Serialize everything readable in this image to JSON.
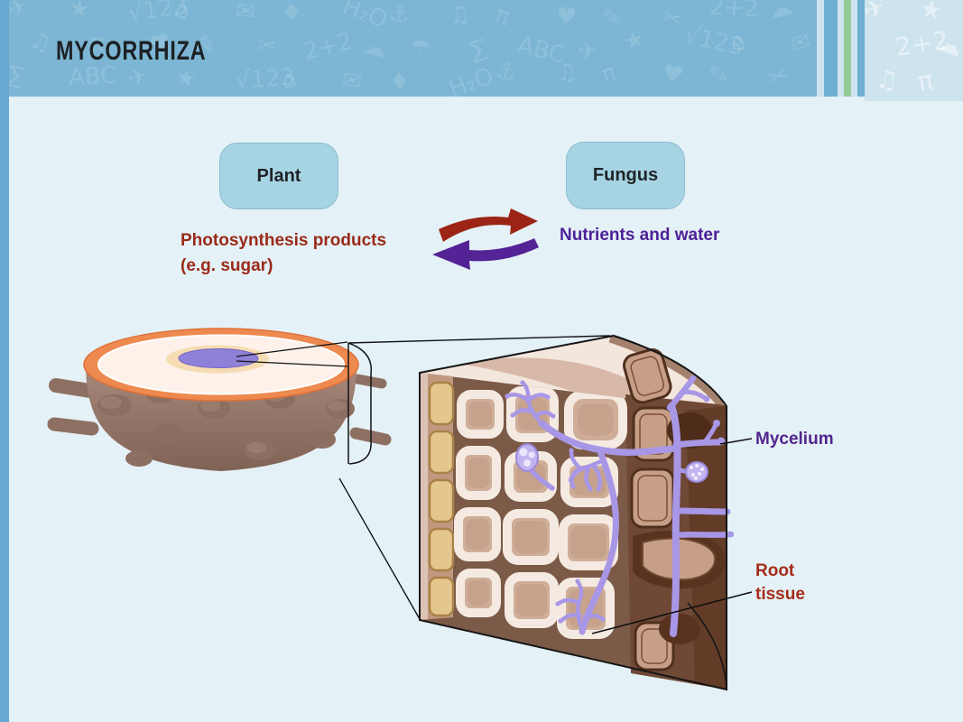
{
  "page": {
    "title": "MYCORRHIZA"
  },
  "exchange": {
    "plant_label": "Plant",
    "fungus_label": "Fungus",
    "plant_to_fungus": "Photosynthesis products",
    "plant_to_fungus_note": "(e.g. sugar)",
    "fungus_to_plant": "Nutrients and water"
  },
  "illustration": {
    "mycelium_label": "Mycelium",
    "root_tissue_label": "Root tissue"
  },
  "decor": {
    "pattern_glyphs": [
      "✈",
      "✎",
      "✉",
      "☂",
      "♫",
      "★",
      "✂",
      "♦",
      "∑",
      "π",
      "√123",
      "2+2",
      "H₂O",
      "ABC",
      "♥",
      "⌂",
      "☁",
      "⚓"
    ]
  },
  "colors": {
    "header_blue": "#7cb6d4",
    "left_stripe": "#68a7cf",
    "stripe_blue": "#6fafd4",
    "stripe_light": "#cfe4ef",
    "stripe_green": "#93ca96",
    "right_band": "#cde3ee",
    "body_bg": "#e4f1f6",
    "box_fill": "#a7d4e3",
    "box_text": "#1f2428",
    "title": "#1d2125",
    "red": "#9b2a19",
    "arrow_red": "#9c2416",
    "purple": "#4f2198",
    "arrow_purple": "#542396",
    "mycelium": "#53258c",
    "root_label": "#a52c18"
  }
}
